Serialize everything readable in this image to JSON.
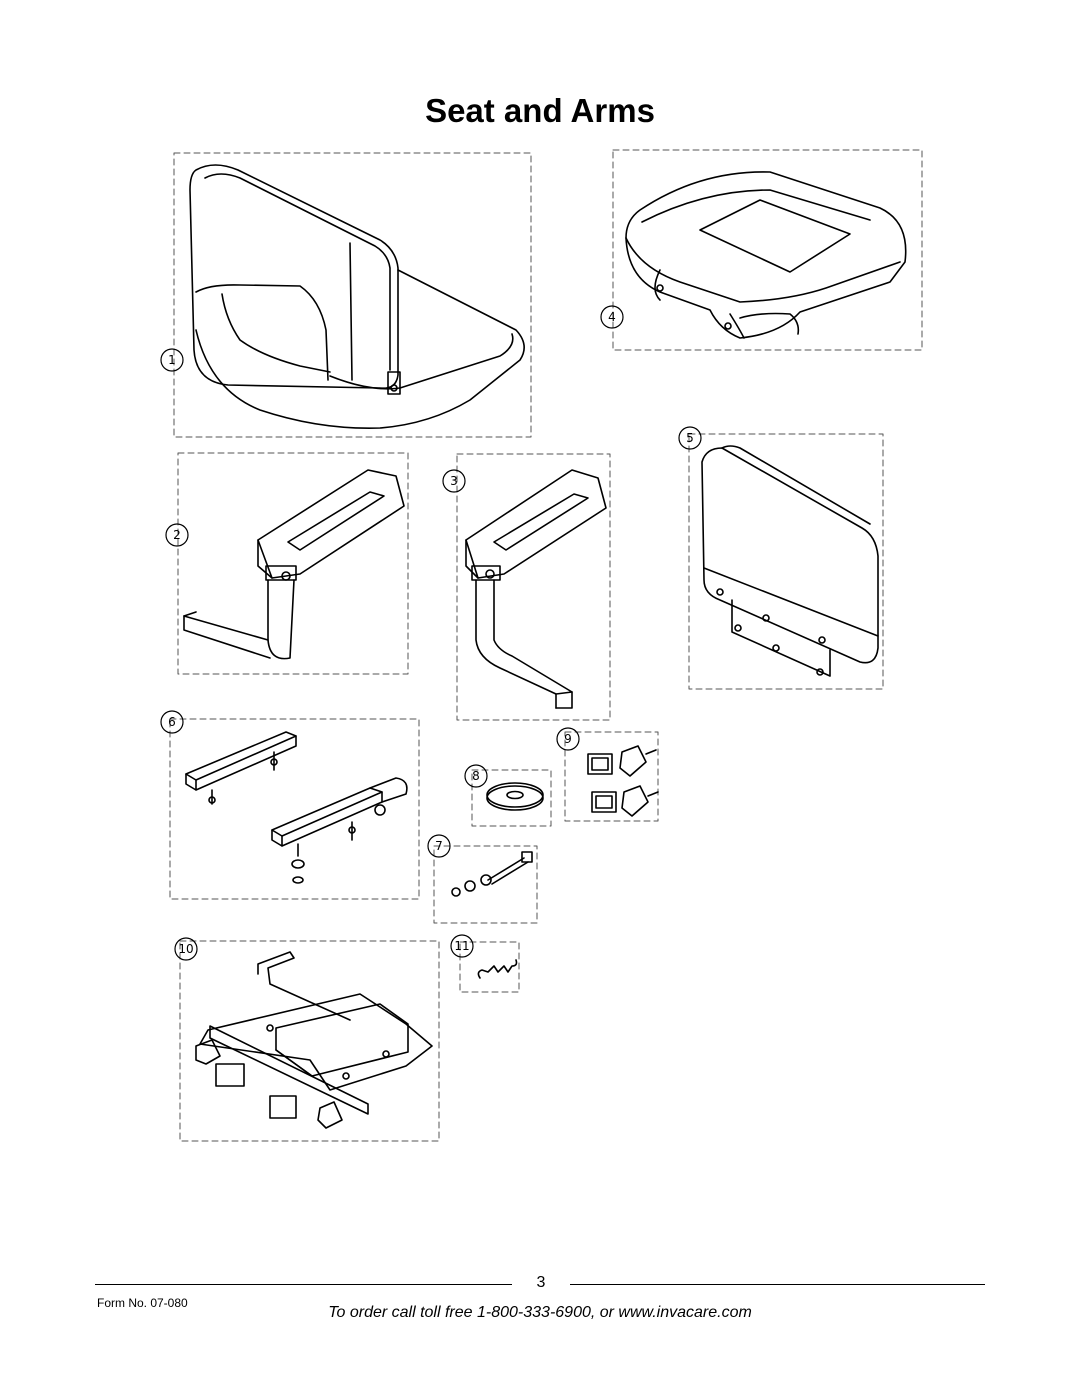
{
  "page": {
    "title": "Seat and Arms",
    "page_number": "3",
    "form_number": "Form No. 07-080",
    "order_line": "To order call toll free 1-800-333-6900, or www.invacare.com"
  },
  "parts": [
    {
      "number": "1",
      "name": "seat-back-upholstery-icon"
    },
    {
      "number": "2",
      "name": "armrest-left-icon"
    },
    {
      "number": "3",
      "name": "armrest-right-icon"
    },
    {
      "number": "4",
      "name": "seat-cushion-icon"
    },
    {
      "number": "5",
      "name": "seat-back-panel-icon"
    },
    {
      "number": "6",
      "name": "mounting-brackets-icon"
    },
    {
      "number": "7",
      "name": "bolt-hardware-kit-icon"
    },
    {
      "number": "8",
      "name": "swivel-washer-icon"
    },
    {
      "number": "9",
      "name": "knob-and-cap-set-icon"
    },
    {
      "number": "10",
      "name": "seat-slide-base-assembly-icon"
    },
    {
      "number": "11",
      "name": "extension-spring-icon"
    }
  ]
}
